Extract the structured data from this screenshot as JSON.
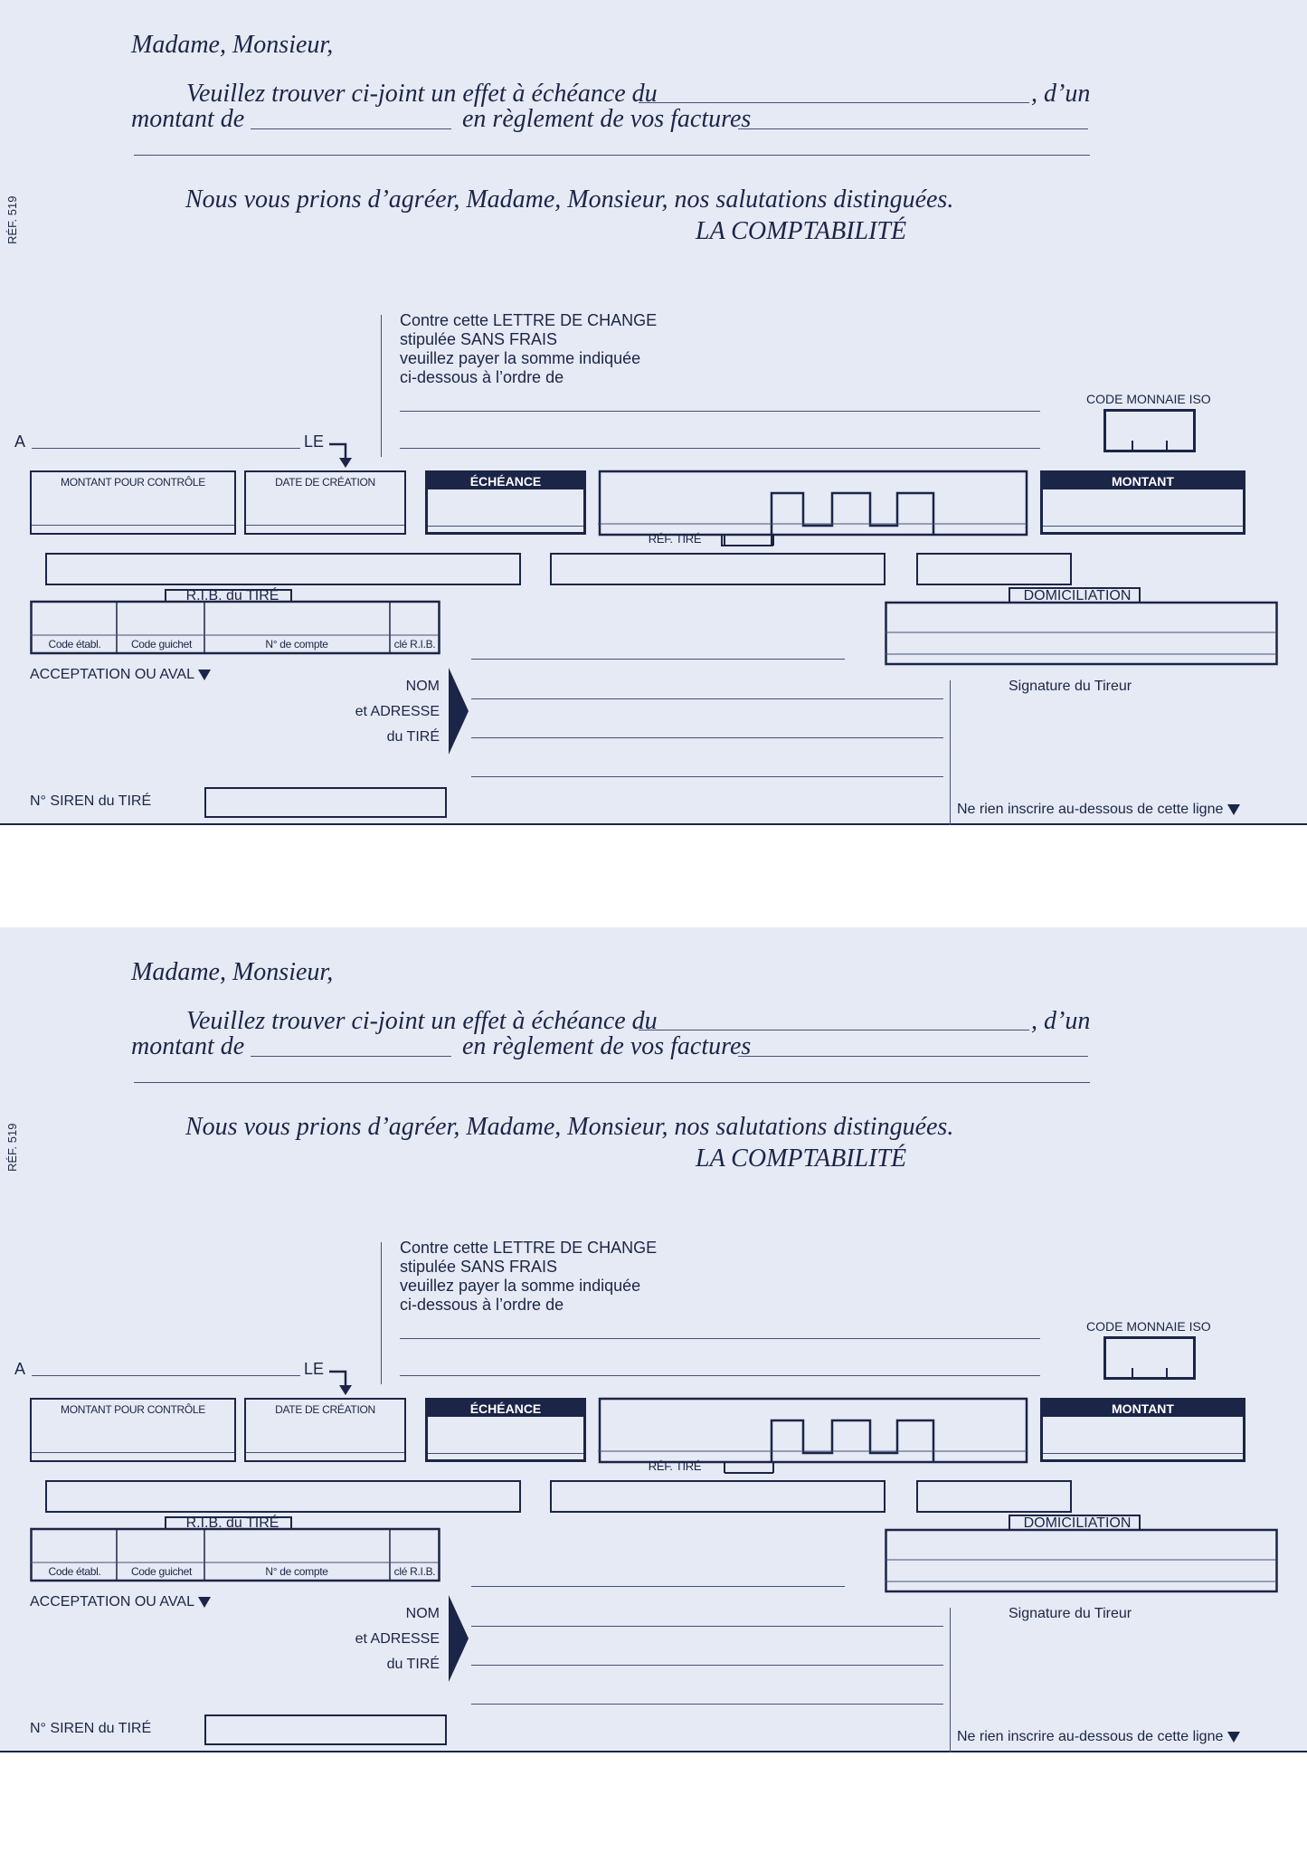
{
  "letter": {
    "salutation": "Madame, Monsieur,",
    "line1_start": "Veuillez trouver ci-joint un effet à échéance du",
    "line1_end": ", d’un",
    "line2_start": "montant de",
    "line2_mid": "en règlement de vos factures",
    "closing": "Nous vous prions d’agréer, Madame, Monsieur, nos salutations distinguées.",
    "signature": "LA COMPTABILITÉ"
  },
  "ref": "RÉF. 519",
  "instructions": {
    "line1": "Contre cette LETTRE DE CHANGE",
    "line2": "stipulée SANS FRAIS",
    "line3": "veuillez payer la somme indiquée",
    "line4": "ci-dessous à l’ordre de"
  },
  "labels": {
    "code_monnaie": "CODE MONNAIE ISO",
    "a": "A",
    "le": "LE",
    "montant_controle": "MONTANT POUR CONTRÔLE",
    "date_creation": "DATE DE CRÉATION",
    "echeance": "ÉCHÉANCE",
    "montant": "MONTANT",
    "ref_tire": "RÉF. TIRÉ",
    "rib": "R.I.B. du TIRÉ",
    "domiciliation": "DOMICILIATION",
    "code_etabl": "Code établ.",
    "code_guichet": "Code guichet",
    "no_compte": "N° de compte",
    "cle_rib": "clé R.I.B.",
    "acceptation": "ACCEPTATION OU AVAL",
    "nom": "NOM",
    "adresse": "et ADRESSE",
    "du_tire": "du TIRÉ",
    "signature_tireur": "Signature du Tireur",
    "siren": "N° SIREN du TIRÉ",
    "ne_rien": "Ne rien inscrire au-dessous de cette ligne"
  },
  "colors": {
    "ink": "#1b2547",
    "paper": "#e6eaf4"
  }
}
